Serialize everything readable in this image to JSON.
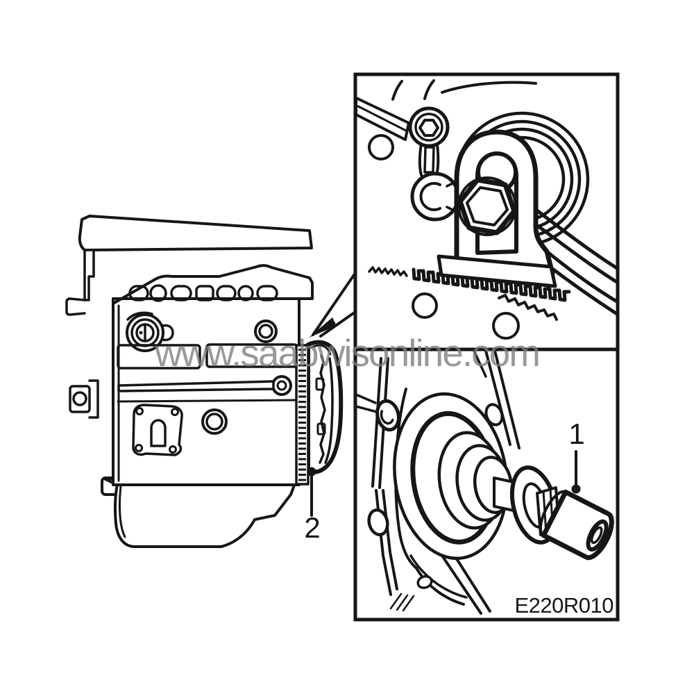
{
  "illustration": {
    "background": "#ffffff",
    "line_color": "#161616",
    "watermark": {
      "text": "www.saabwisonline.com",
      "color": "#7d7d7d"
    },
    "detail_box": {
      "figure_code": "E220R010"
    },
    "callouts": {
      "pulley_tool_label": "1",
      "flywheel_label": "2"
    }
  }
}
